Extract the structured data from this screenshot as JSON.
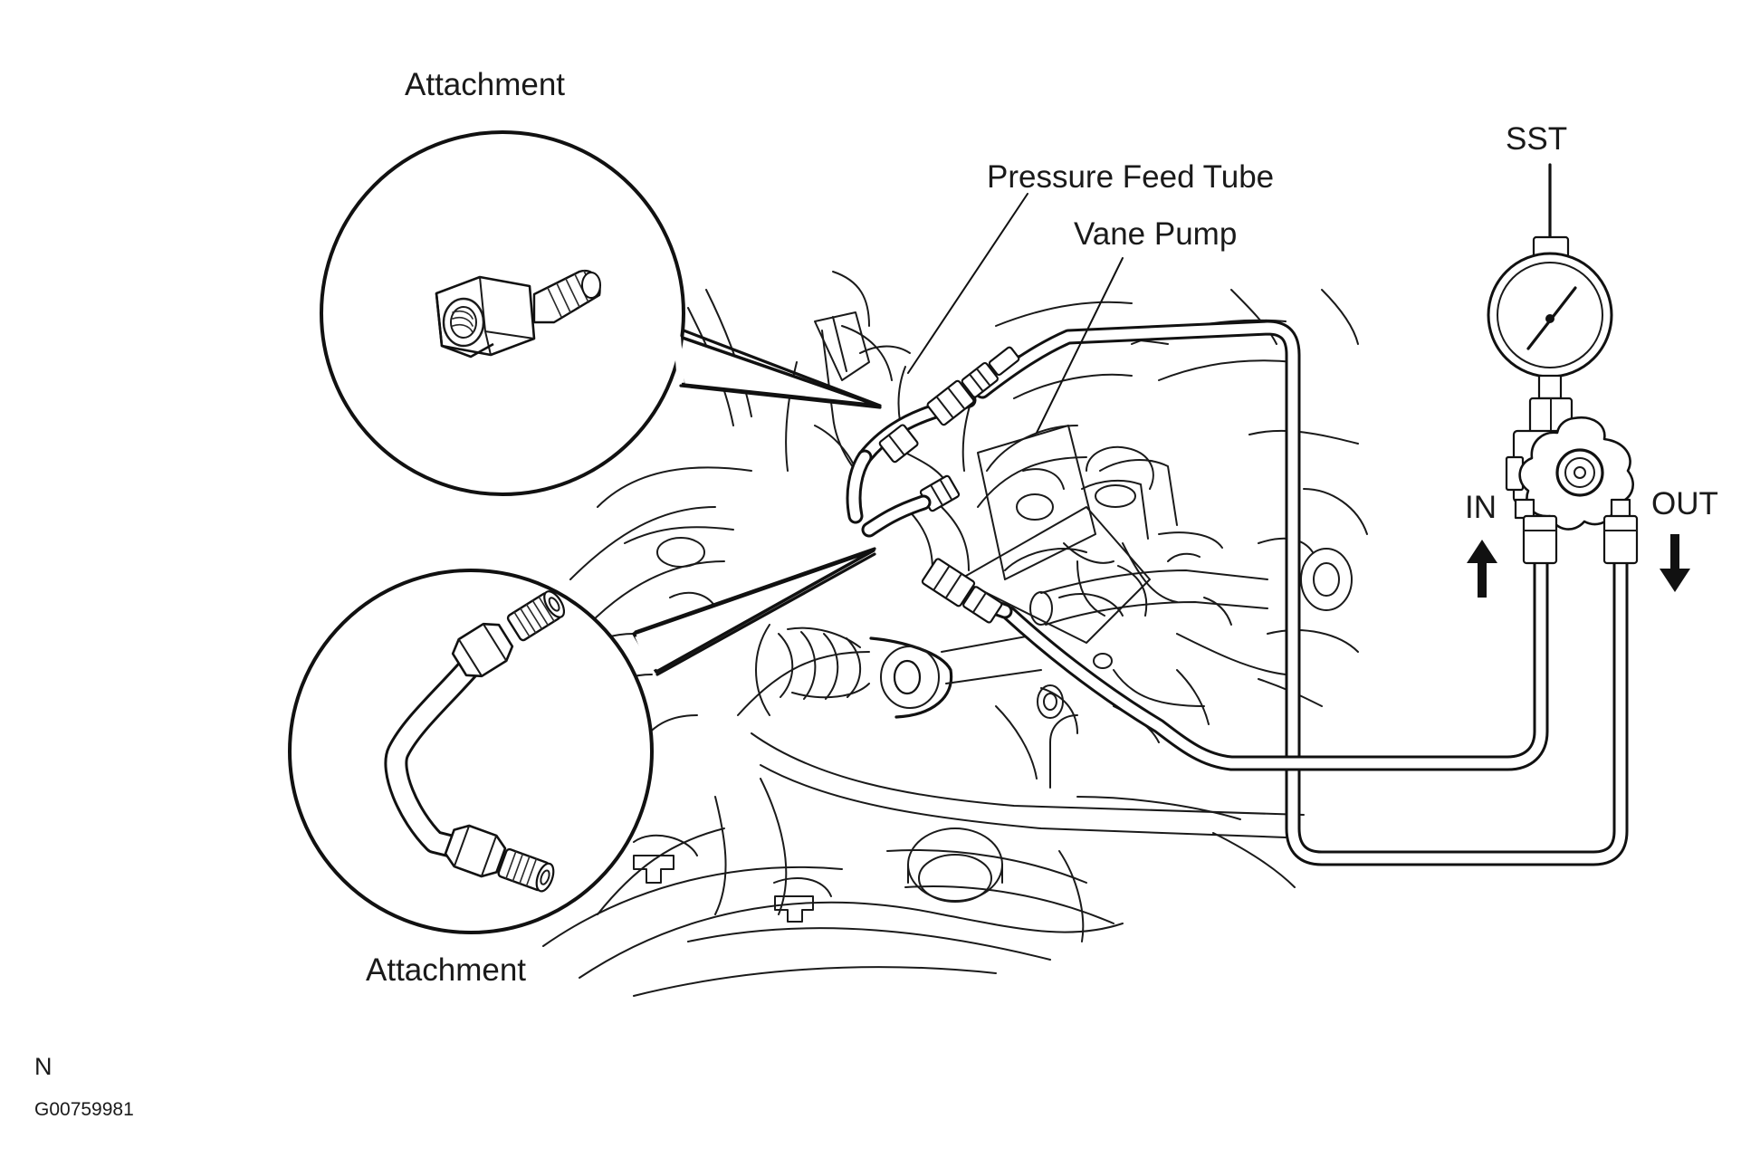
{
  "labels": {
    "attachment_top": "Attachment",
    "attachment_bottom": "Attachment",
    "sst": "SST",
    "pressure_feed_tube": "Pressure Feed Tube",
    "vane_pump": "Vane Pump",
    "in": "IN",
    "out": "OUT"
  },
  "footer": {
    "letter": "N",
    "figure_code": "G00759981"
  }
}
